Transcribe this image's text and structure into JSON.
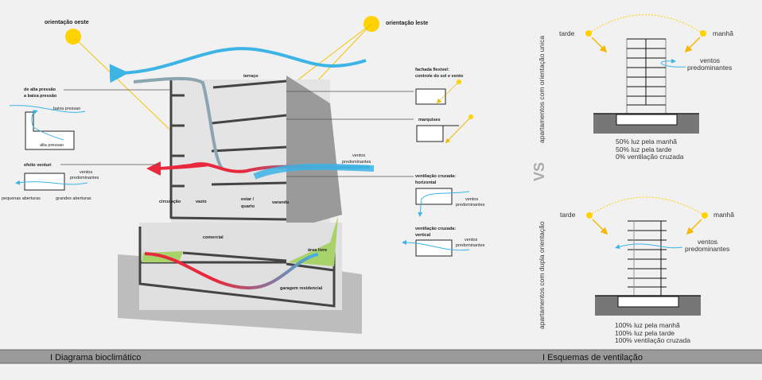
{
  "colors": {
    "sun": "#ffd200",
    "wind_cool": "#3cb4e6",
    "wind_warm": "#e8283c",
    "grass": "#a8d26a",
    "footer_bar": "#9a9a9a"
  },
  "left_panel": {
    "sun_west_label": "orientação oeste",
    "sun_east_label": "orientação leste",
    "pressure": {
      "title_line1": "de alta pressão",
      "title_line2": "a baixa pressão",
      "low": "baixa pressao",
      "high": "alta pressao"
    },
    "venturi": {
      "title": "efeito venturi",
      "wind_line1": "ventos",
      "wind_line2": "predominantes",
      "small_openings": "pequenas aberturas",
      "large_openings": "grandes aberturas"
    },
    "building_labels": {
      "terrace": "terraço",
      "circulation": "circulação",
      "void": "vazio",
      "living_line1": "estar /",
      "living_line2": "quarto",
      "balcony": "varanda",
      "commercial": "comercial",
      "free_area": "área livre",
      "garage": "garagem residencial",
      "wind_line1": "ventos",
      "wind_line2": "predominantes"
    },
    "facade": {
      "line1": "fachada flexível:",
      "line2": "controle do sol e vento"
    },
    "canopies": "marquises",
    "cross_h": {
      "line1": "ventilação cruzada:",
      "line2": "horizontal",
      "wind1": "ventos",
      "wind2": "predominantes"
    },
    "cross_v": {
      "line1": "ventilação cruzada:",
      "line2": "vertical",
      "wind1": "ventos",
      "wind2": "predominantes"
    }
  },
  "right_panel": {
    "single": {
      "vertical_title": "apartamentos com orientação unica",
      "afternoon": "tarde",
      "morning": "manhã",
      "wind1": "ventos",
      "wind2": "predominantes",
      "stats": [
        "50% luz pela manhã",
        "50% luz pela tarde",
        "0% ventilação cruzada"
      ]
    },
    "vs": "VS",
    "dual": {
      "vertical_title": "apartamentos com dupla orientação",
      "afternoon": "tarde",
      "morning": "manhã",
      "wind1": "ventos",
      "wind2": "predominantes",
      "stats": [
        "100% luz pela manhã",
        "100% luz pela tarde",
        "100% ventilação cruzada"
      ]
    }
  },
  "footer": {
    "left": "I Diagrama bioclimático",
    "right": "I Esquemas de ventilação"
  }
}
